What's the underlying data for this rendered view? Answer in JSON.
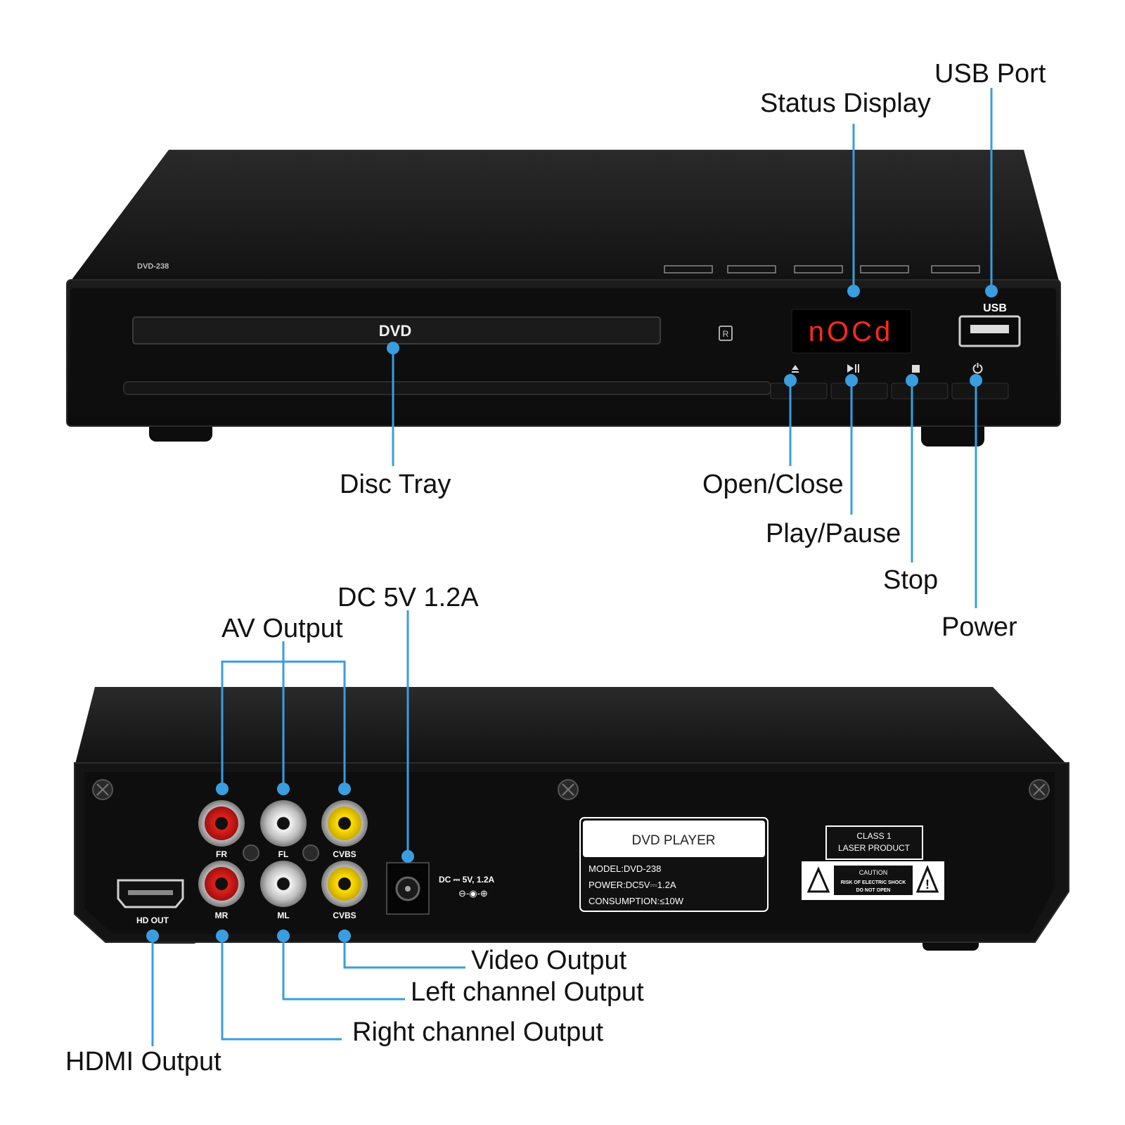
{
  "front": {
    "model": "DVD-238",
    "tray_label": "DVD",
    "display_text": "nOCd",
    "usb_label": "USB",
    "button_icons": [
      "eject-icon",
      "play-pause-icon",
      "stop-icon",
      "power-icon"
    ]
  },
  "rear": {
    "jacks": {
      "fr": "FR",
      "fl": "FL",
      "cvbs_top": "CVBS",
      "mr": "MR",
      "ml": "ML",
      "cvbs_bottom": "CVBS",
      "hd_out": "HD OUT"
    },
    "dc_label": "DC ⎓ 5V, 1.2A",
    "plate": {
      "title": "DVD PLAYER",
      "model": "MODEL:DVD-238",
      "power": "POWER:DC5V⎓1.2A",
      "consumption": "CONSUMPTION:≤10W"
    },
    "laser": {
      "line1": "CLASS  1",
      "line2": "LASER PRODUCT",
      "caution": "CAUTION",
      "warning1": "RISK OF ELECTRIC SHOCK",
      "warning2": "DO NOT OPEN"
    }
  },
  "callouts": {
    "usb_port": "USB Port",
    "status_display": "Status Display",
    "disc_tray": "Disc Tray",
    "open_close": "Open/Close",
    "play_pause": "Play/Pause",
    "stop": "Stop",
    "power": "Power",
    "dc": "DC 5V 1.2A",
    "av_output": "AV Output",
    "video_output": "Video Output",
    "left_channel": "Left channel Output",
    "right_channel": "Right channel Output",
    "hdmi_output": "HDMI Output"
  },
  "colors": {
    "leader": "#3a9de0",
    "display_red": "#ff2a1a",
    "chassis": "#151515"
  }
}
